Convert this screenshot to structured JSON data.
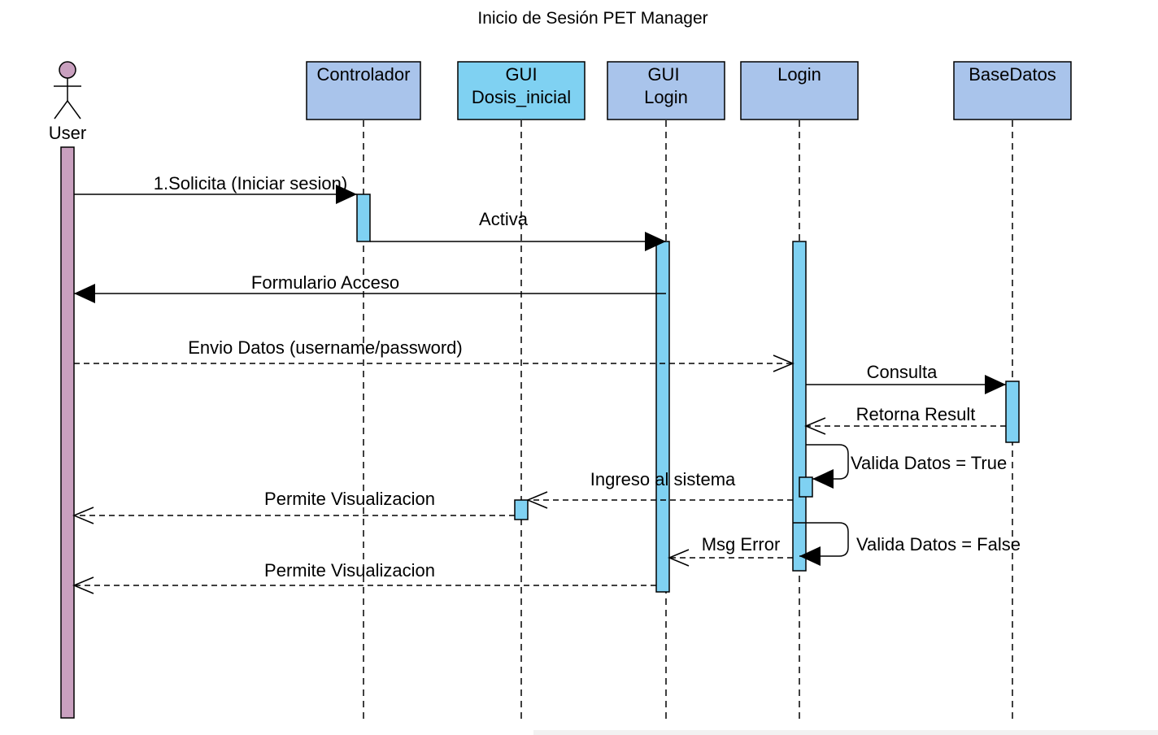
{
  "title": "Inicio de  Sesión PET Manager",
  "colors": {
    "participant_fill": "#a9c4eb",
    "highlight_fill": "#7fd1f2",
    "activation_fill": "#7fd1f2",
    "actor_fill": "#c9a0bf",
    "line": "#000000"
  },
  "actor": {
    "label": "User",
    "icon": "stick-figure-icon"
  },
  "participants": [
    {
      "id": "controlador",
      "lines": [
        "Controlador"
      ]
    },
    {
      "id": "gui-dosis",
      "lines": [
        "GUI",
        "Dosis_inicial"
      ]
    },
    {
      "id": "gui-login",
      "lines": [
        "GUI",
        "Login"
      ]
    },
    {
      "id": "login",
      "lines": [
        "Login"
      ]
    },
    {
      "id": "basedatos",
      "lines": [
        "BaseDatos"
      ]
    }
  ],
  "messages": [
    {
      "id": "solicita",
      "label": "1.Solicita (Iniciar sesion)",
      "from": "User",
      "to": "Controlador",
      "style": "sync"
    },
    {
      "id": "activa",
      "label": "Activa",
      "from": "Controlador",
      "to": "GUI Login",
      "style": "sync"
    },
    {
      "id": "formulario",
      "label": "Formulario Acceso",
      "from": "GUI Login",
      "to": "User",
      "style": "sync"
    },
    {
      "id": "envio",
      "label": "Envio Datos (username/password)",
      "from": "User",
      "to": "Login",
      "style": "return"
    },
    {
      "id": "consulta",
      "label": "Consulta",
      "from": "Login",
      "to": "BaseDatos",
      "style": "sync"
    },
    {
      "id": "retorna",
      "label": "Retorna Result",
      "from": "BaseDatos",
      "to": "Login",
      "style": "return"
    },
    {
      "id": "valida-true",
      "label": "Valida Datos = True",
      "from": "Login",
      "to": "Login",
      "style": "self"
    },
    {
      "id": "ingreso",
      "label": "Ingreso al sistema",
      "from": "Login",
      "to": "GUI Dosis_inicial",
      "style": "return"
    },
    {
      "id": "permite1",
      "label": "Permite Visualizacion",
      "from": "GUI Dosis_inicial",
      "to": "User",
      "style": "return"
    },
    {
      "id": "valida-false",
      "label": "Valida Datos = False",
      "from": "Login",
      "to": "Login",
      "style": "self"
    },
    {
      "id": "msg-error",
      "label": "Msg Error",
      "from": "Login",
      "to": "GUI Login",
      "style": "return"
    },
    {
      "id": "permite2",
      "label": "Permite Visualizacion",
      "from": "GUI Login",
      "to": "User",
      "style": "return"
    }
  ]
}
